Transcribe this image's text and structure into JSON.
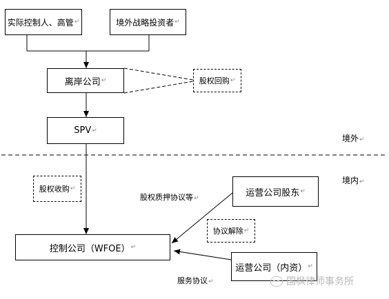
{
  "diagram": {
    "boxes": {
      "controllers": "实际控制人、高管",
      "strategic_investors": "境外战略投资者",
      "offshore_company": "离岸公司",
      "spv": "SPV",
      "wfoe": "控制公司（WFOE）",
      "operating_shareholders": "运营公司股东",
      "operating_company": "运营公司（内资）"
    },
    "dashed_boxes": {
      "equity_buyback": "股权回购",
      "equity_acquisition": "股权收购",
      "agreement_termination": "协议解除"
    },
    "labels": {
      "offshore": "境外",
      "onshore": "境内",
      "pledge_agreement": "股权质押协议等",
      "service_agreement": "服务协议"
    },
    "paragraph_mark": "↵",
    "watermark": "国枫律师事务所"
  }
}
